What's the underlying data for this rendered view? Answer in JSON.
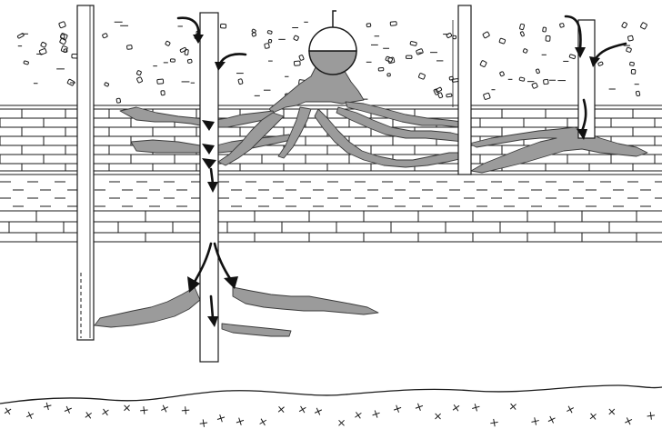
{
  "figure": {
    "colors": {
      "contaminant": "#9b9b9b",
      "line": "#1a1a1a",
      "background": "#ffffff"
    },
    "layers": [
      "unconsolidated-soil",
      "brick-pattern-bedrock",
      "dashed-shale",
      "brick-limestone",
      "crystalline-basement"
    ],
    "icons": [
      "underground-storage-tank",
      "well-casing",
      "flow-arrow",
      "contaminant-plume"
    ]
  }
}
